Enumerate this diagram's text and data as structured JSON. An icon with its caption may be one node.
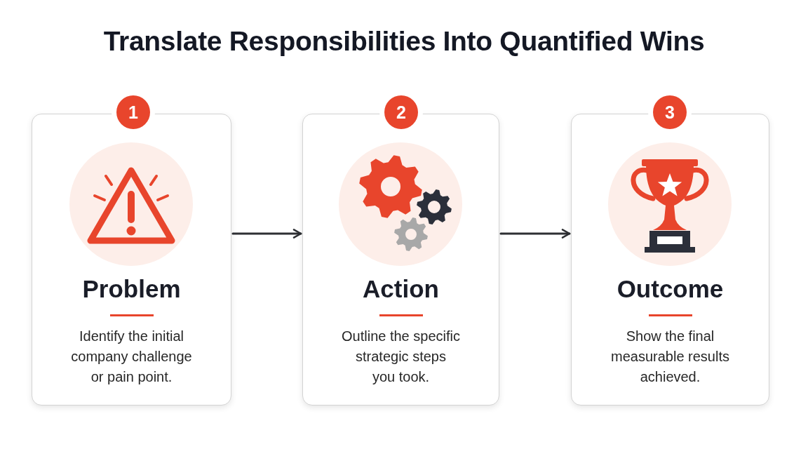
{
  "diagram": {
    "title": "Translate Responsibilities Into Quantified Wins",
    "nodes": [
      {
        "text": [
          "1"
        ]
      },
      {
        "text": [
          "Problem",
          "Identify the initial company challenge or pain point."
        ]
      },
      {
        "text": [
          "2"
        ]
      },
      {
        "text": [
          "Action",
          "Outline the specific strategic steps you took."
        ]
      },
      {
        "text": [
          "3"
        ]
      },
      {
        "text": [
          "Outcome",
          "Show the final measurable results achieved."
        ]
      }
    ],
    "edges": [
      {
        "from": 1,
        "to": 3,
        "arrow": "to"
      },
      {
        "from": 3,
        "to": 5,
        "arrow": "to"
      }
    ]
  }
}
